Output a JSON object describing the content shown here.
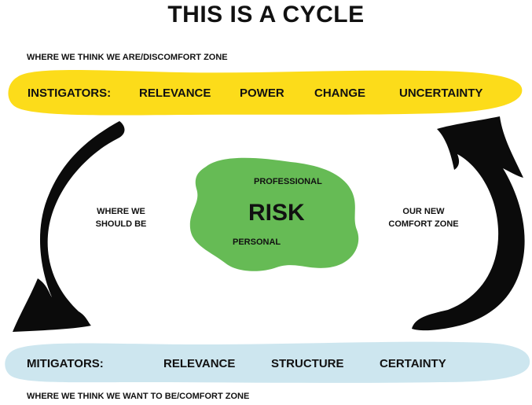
{
  "title": "THIS IS A CYCLE",
  "top_zone_label": "WHERE WE THINK WE ARE/DISCOMFORT ZONE",
  "bottom_zone_label": "WHERE WE THINK WE WANT TO BE/COMFORT ZONE",
  "instigators": {
    "label": "INSTIGATORS:",
    "items": [
      "RELEVANCE",
      "POWER",
      "CHANGE",
      "UNCERTAINTY"
    ]
  },
  "mitigators": {
    "label": "MITIGATORS:",
    "items": [
      "RELEVANCE",
      "STRUCTURE",
      "CERTAINTY"
    ]
  },
  "left_note": {
    "line1": "WHERE WE",
    "line2": "SHOULD BE"
  },
  "right_note": {
    "line1": "OUR NEW",
    "line2": "COMFORT ZONE"
  },
  "center": {
    "title": "RISK",
    "top": "PROFESSIONAL",
    "bottom": "PERSONAL"
  },
  "colors": {
    "top_band": "#fcdc1a",
    "bottom_band": "#cde6ef",
    "blob": "#66bb55",
    "arrow": "#0b0b0b",
    "text": "#111111"
  },
  "icons": {
    "left_arrow": "curved-arrow-down-icon",
    "right_arrow": "curved-arrow-up-icon"
  }
}
